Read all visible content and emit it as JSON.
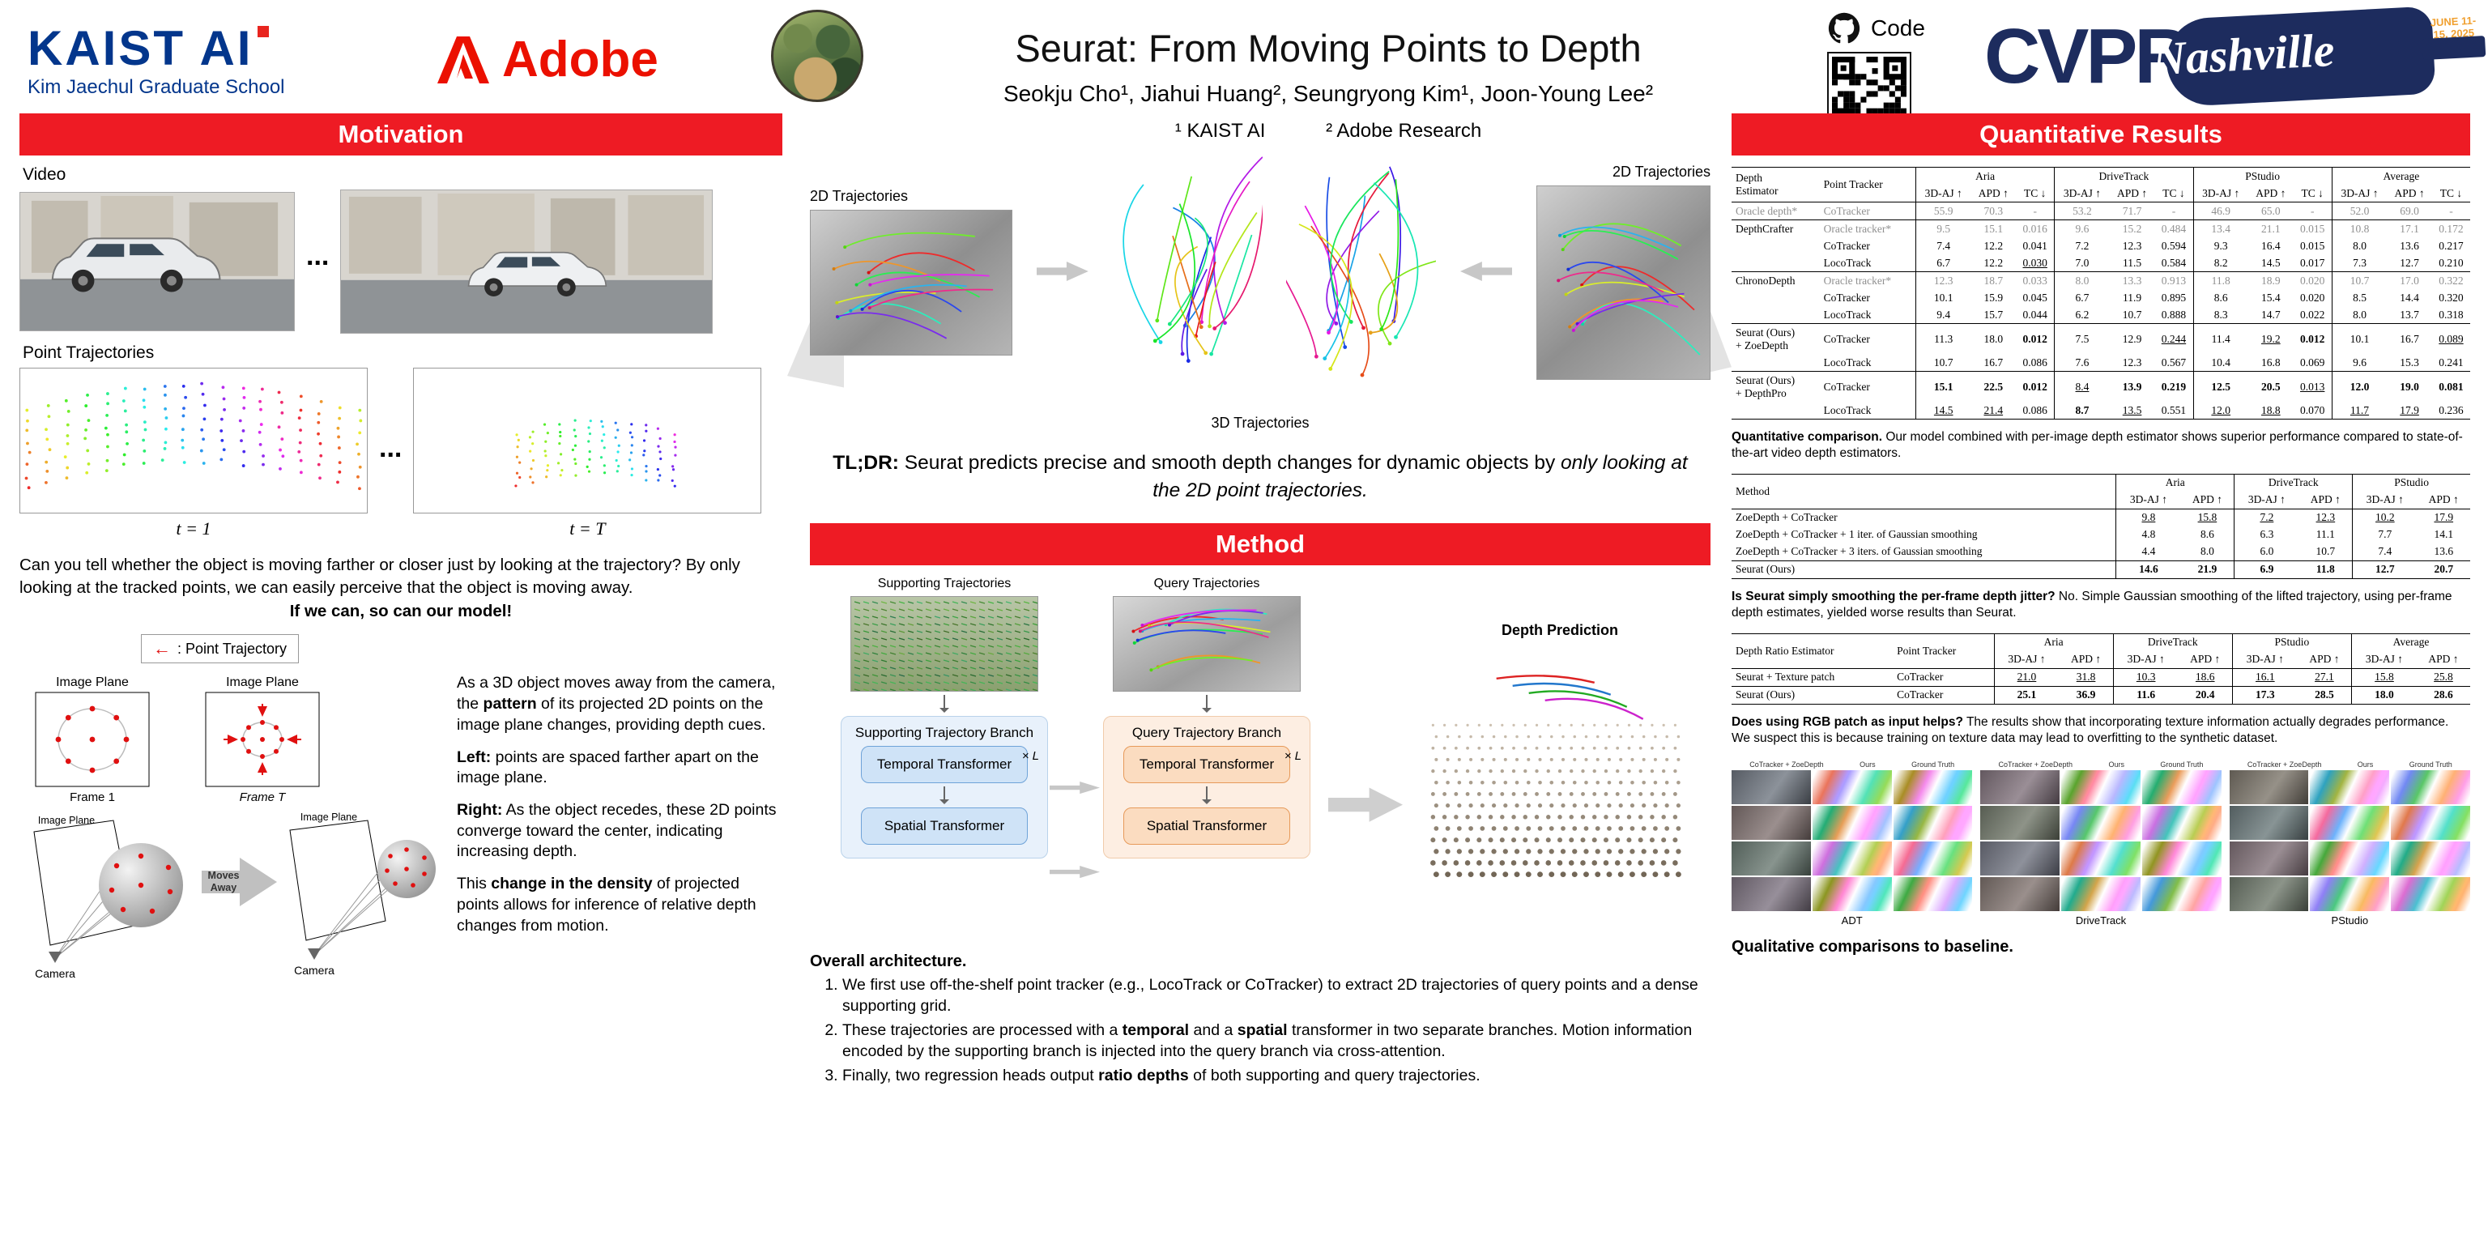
{
  "header": {
    "kaist": {
      "name": "KAIST AI",
      "subtitle": "Kim Jaechul Graduate School"
    },
    "adobe": {
      "name": "Adobe"
    },
    "title": "Seurat: From Moving Points to Depth",
    "authors": "Seokju Cho¹, Jiahui Huang², Seungryong Kim¹, Joon-Young Lee²",
    "affiliations": {
      "first": "¹ KAIST AI",
      "second": "² Adobe Research"
    },
    "code_label": "Code",
    "cvpr": {
      "name": "CVPR",
      "city": "Nashville",
      "dates": "JUNE 11-15, 2025"
    }
  },
  "motivation": {
    "banner": "Motivation",
    "video_label": "Video",
    "ellipsis": "...",
    "trajectories_label": "Point Trajectories",
    "time_start": "t = 1",
    "time_end": "t = T",
    "question_line1": "Can you tell whether the object is moving farther or closer just by looking at the trajectory?",
    "question_line2": "By only looking at the tracked points, we can easily perceive that the object is moving away.",
    "question_line3": "If we can, so can our model!",
    "legend_arrow": "←",
    "legend_label": ": Point Trajectory",
    "diagram": {
      "image_plane_1": "Image Plane",
      "image_plane_2": "Image Plane",
      "frame_1": "Frame 1",
      "frame_T": "Frame T",
      "moves_away_1": "Moves",
      "moves_away_2": "Away",
      "image_plane_3": "Image Plane",
      "image_plane_4": "Image Plane",
      "camera_1": "Camera",
      "camera_2": "Camera"
    },
    "explanation": {
      "p1_a": "As a 3D object moves away from the camera, the ",
      "p1_b": "pattern",
      "p1_c": " of its projected 2D points on the image plane changes, providing depth cues.",
      "p2_b": "Left:",
      "p2_a": " points are spaced farther apart on the image plane.",
      "p3_b": "Right:",
      "p3_a": " As the object recedes, these 2D points converge toward the center, indicating increasing depth.",
      "p4_a": "This ",
      "p4_b": "change in the density",
      "p4_c": " of projected points allows for inference of relative depth changes from motion."
    }
  },
  "pipeline": {
    "traj2d_left": "2D Trajectories",
    "traj2d_right": "2D Trajectories",
    "traj3d": "3D Trajectories",
    "tldr": {
      "label": "TL;DR:",
      "text": " Seurat predicts precise and smooth depth changes for dynamic objects by ",
      "italic": "only looking at the 2D point trajectories."
    }
  },
  "method": {
    "banner": "Method",
    "supporting_label": "Supporting Trajectories",
    "query_label": "Query Trajectories",
    "supporting_branch": "Supporting Trajectory Branch",
    "query_branch": "Query Trajectory Branch",
    "times_L": "× L",
    "temporal_transformer": "Temporal Transformer",
    "spatial_transformer": "Spatial Transformer",
    "depth_prediction": "Depth Prediction",
    "architecture": {
      "title": "Overall architecture.",
      "item1": "We first use off-the-shelf point tracker (e.g., LocoTrack or CoTracker) to extract 2D trajectories of query points and a dense supporting grid.",
      "item2_a": "These trajectories are processed with a ",
      "item2_b": "temporal",
      "item2_c": " and a ",
      "item2_d": "spatial",
      "item2_e": " transformer in two separate branches. Motion information encoded by the supporting branch is injected into the query branch via cross-attention.",
      "item3_a": "Finally, two regression heads output ",
      "item3_b": "ratio depths",
      "item3_c": " of both supporting and query trajectories."
    }
  },
  "results": {
    "banner": "Quantitative Results",
    "table1": {
      "label_cols": 2,
      "group_size": 3,
      "header": [
        [
          {
            "t": "Depth\nEstimator",
            "rs": 2
          },
          {
            "t": "Point Tracker",
            "rs": 2
          },
          {
            "t": "Aria",
            "cs": 3
          },
          {
            "t": "DriveTrack",
            "cs": 3
          },
          {
            "t": "PStudio",
            "cs": 3
          },
          {
            "t": "Average",
            "cs": 3
          }
        ],
        [
          {
            "t": "3D-AJ ↑"
          },
          {
            "t": "APD ↑"
          },
          {
            "t": "TC ↓"
          },
          {
            "t": "3D-AJ ↑"
          },
          {
            "t": "APD ↑"
          },
          {
            "t": "TC ↓"
          },
          {
            "t": "3D-AJ ↑"
          },
          {
            "t": "APD ↑"
          },
          {
            "t": "TC ↓"
          },
          {
            "t": "3D-AJ ↑"
          },
          {
            "t": "APD ↑"
          },
          {
            "t": "TC ↓"
          }
        ]
      ],
      "rows": [
        {
          "cells": [
            "Oracle depth*",
            "CoTracker",
            "55.9",
            "70.3",
            "-",
            "53.2",
            "71.7",
            "-",
            "46.9",
            "65.0",
            "-",
            "52.0",
            "69.0",
            "-"
          ],
          "cls": "gray",
          "sep": true
        },
        {
          "cells": [
            "DepthCrafter",
            "Oracle tracker*",
            "9.5",
            "15.1",
            "0.016",
            "9.6",
            "15.2",
            "0.484",
            "13.4",
            "21.1",
            "0.015",
            "10.8",
            "17.1",
            "0.172"
          ],
          "cls": "gray2",
          "sep": true
        },
        {
          "cells": [
            "",
            "CoTracker",
            "7.4",
            "12.2",
            "0.041",
            "7.2",
            "12.3",
            "0.594",
            "9.3",
            "16.4",
            "0.015",
            "8.0",
            "13.6",
            "0.217"
          ]
        },
        {
          "cells": [
            "",
            "LocoTrack",
            "6.7",
            "12.2",
            "_0.030_",
            "7.0",
            "11.5",
            "0.584",
            "8.2",
            "14.5",
            "0.017",
            "7.3",
            "12.7",
            "0.210"
          ]
        },
        {
          "cells": [
            "ChronoDepth",
            "Oracle tracker*",
            "12.3",
            "18.7",
            "0.033",
            "8.0",
            "13.3",
            "0.913",
            "11.8",
            "18.9",
            "0.020",
            "10.7",
            "17.0",
            "0.322"
          ],
          "cls": "gray2",
          "sep": true
        },
        {
          "cells": [
            "",
            "CoTracker",
            "10.1",
            "15.9",
            "0.045",
            "6.7",
            "11.9",
            "0.895",
            "8.6",
            "15.4",
            "0.020",
            "8.5",
            "14.4",
            "0.320"
          ]
        },
        {
          "cells": [
            "",
            "LocoTrack",
            "9.4",
            "15.7",
            "0.044",
            "6.2",
            "10.7",
            "0.888",
            "8.3",
            "14.7",
            "0.022",
            "8.0",
            "13.7",
            "0.318"
          ]
        },
        {
          "cells": [
            "Seurat (Ours)\n+ ZoeDepth",
            "CoTracker",
            "11.3",
            "18.0",
            "*0.012*",
            "7.5",
            "12.9",
            "_0.244_",
            "11.4",
            "_19.2_",
            "*0.012*",
            "10.1",
            "16.7",
            "_0.089_"
          ],
          "sep": true
        },
        {
          "cells": [
            "",
            "LocoTrack",
            "10.7",
            "16.7",
            "0.086",
            "7.6",
            "12.3",
            "0.567",
            "10.4",
            "16.8",
            "0.069",
            "9.6",
            "15.3",
            "0.241"
          ]
        },
        {
          "cells": [
            "Seurat (Ours)\n+ DepthPro",
            "CoTracker",
            "*15.1*",
            "*22.5*",
            "*0.012*",
            "_8.4_",
            "*13.9*",
            "*0.219*",
            "*12.5*",
            "*20.5*",
            "_0.013_",
            "*12.0*",
            "*19.0*",
            "*0.081*"
          ],
          "sep": true
        },
        {
          "cells": [
            "",
            "LocoTrack",
            "_14.5_",
            "_21.4_",
            "0.086",
            "*8.7*",
            "_13.5_",
            "0.551",
            "_12.0_",
            "_18.8_",
            "0.070",
            "_11.7_",
            "_17.9_",
            "0.236"
          ]
        }
      ]
    },
    "caption1_b": "Quantitative comparison.",
    "caption1": " Our model combined with per-image depth estimator shows superior performance compared to state-of-the-art video depth estimators.",
    "table2": {
      "label_cols": 1,
      "group_size": 2,
      "header": [
        [
          {
            "t": "Method",
            "rs": 2
          },
          {
            "t": "Aria",
            "cs": 2
          },
          {
            "t": "DriveTrack",
            "cs": 2
          },
          {
            "t": "PStudio",
            "cs": 2
          }
        ],
        [
          {
            "t": "3D-AJ ↑"
          },
          {
            "t": "APD ↑"
          },
          {
            "t": "3D-AJ ↑"
          },
          {
            "t": "APD ↑"
          },
          {
            "t": "3D-AJ ↑"
          },
          {
            "t": "APD ↑"
          }
        ]
      ],
      "rows": [
        {
          "cells": [
            "ZoeDepth + CoTracker",
            "_9.8_",
            "_15.8_",
            "_7.2_",
            "_12.3_",
            "_10.2_",
            "_17.9_"
          ],
          "sep": true
        },
        {
          "cells": [
            "ZoeDepth + CoTracker + 1 iter. of Gaussian smoothing",
            "4.8",
            "8.6",
            "6.3",
            "11.1",
            "7.7",
            "14.1"
          ]
        },
        {
          "cells": [
            "ZoeDepth + CoTracker + 3 iters. of Gaussian smoothing",
            "4.4",
            "8.0",
            "6.0",
            "10.7",
            "7.4",
            "13.6"
          ]
        },
        {
          "cells": [
            "Seurat (Ours)",
            "*14.6*",
            "*21.9*",
            "*6.9*",
            "*11.8*",
            "*12.7*",
            "*20.7*"
          ],
          "sep": true
        }
      ]
    },
    "caption2_b": "Is Seurat simply smoothing the per-frame depth jitter?",
    "caption2": " No. Simple Gaussian smoothing of the lifted trajectory, using per-frame depth estimates, yielded worse results than Seurat.",
    "table3": {
      "label_cols": 2,
      "group_size": 2,
      "header": [
        [
          {
            "t": "Depth Ratio Estimator",
            "rs": 2
          },
          {
            "t": "Point Tracker",
            "rs": 2
          },
          {
            "t": "Aria",
            "cs": 2
          },
          {
            "t": "DriveTrack",
            "cs": 2
          },
          {
            "t": "PStudio",
            "cs": 2
          },
          {
            "t": "Average",
            "cs": 2
          }
        ],
        [
          {
            "t": "3D-AJ ↑"
          },
          {
            "t": "APD ↑"
          },
          {
            "t": "3D-AJ ↑"
          },
          {
            "t": "APD ↑"
          },
          {
            "t": "3D-AJ ↑"
          },
          {
            "t": "APD ↑"
          },
          {
            "t": "3D-AJ ↑"
          },
          {
            "t": "APD ↑"
          }
        ]
      ],
      "rows": [
        {
          "cells": [
            "Seurat + Texture patch",
            "CoTracker",
            "_21.0_",
            "_31.8_",
            "_10.3_",
            "_18.6_",
            "_16.1_",
            "_27.1_",
            "_15.8_",
            "_25.8_"
          ],
          "sep": true
        },
        {
          "cells": [
            "Seurat (Ours)",
            "CoTracker",
            "*25.1*",
            "*36.9*",
            "*11.6*",
            "*20.4*",
            "*17.3*",
            "*28.5*",
            "*18.0*",
            "*28.6*"
          ],
          "sep": true
        }
      ]
    },
    "caption3_b": "Does using RGB patch as input helps?",
    "caption3": " The results show that incorporating texture information actually degrades performance. We suspect this is because training on texture data may lead to overfitting to the synthetic dataset.",
    "qualitative": {
      "col_labels": [
        "CoTracker + ZoeDepth",
        "Ours",
        "Ground Truth"
      ],
      "datasets": [
        "ADT",
        "DriveTrack",
        "PStudio"
      ],
      "caption": "Qualitative comparisons to baseline."
    }
  }
}
